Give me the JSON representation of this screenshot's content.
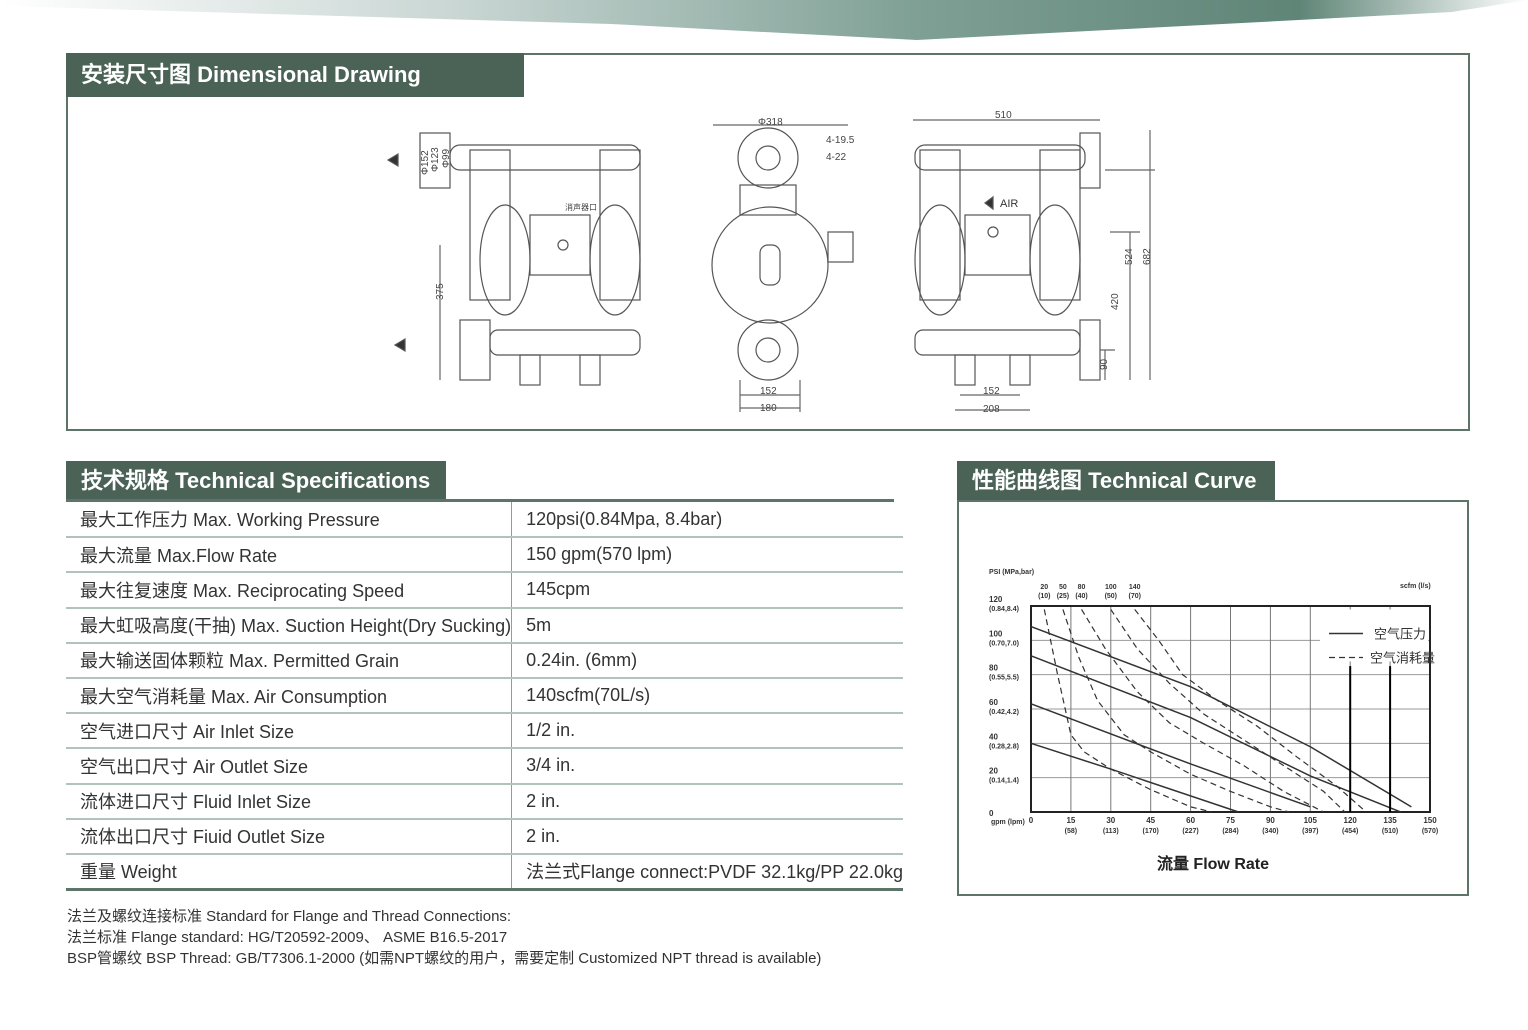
{
  "drawing": {
    "title": "安装尺寸图 Dimensional Drawing",
    "dims": {
      "d152": "Φ152",
      "d123": "Φ123",
      "d99": "Φ99",
      "h375": "375",
      "d318": "Φ318",
      "h4_195": "4-19.5",
      "h4_22": "4-22",
      "w152a": "152",
      "w180": "180",
      "w510": "510",
      "h524": "524",
      "h682": "682",
      "h420": "420",
      "h90": "90",
      "w152b": "152",
      "w208": "208",
      "air": "AIR",
      "muffler": "消声器口"
    }
  },
  "specs": {
    "title": "技术规格 Technical Specifications",
    "rows": [
      {
        "label": "最大工作压力  Max. Working Pressure",
        "value": "120psi(0.84Mpa, 8.4bar)"
      },
      {
        "label": "最大流量  Max.Flow Rate",
        "value": "150 gpm(570 lpm)"
      },
      {
        "label": "最大往复速度  Max. Reciprocating Speed",
        "value": "145cpm"
      },
      {
        "label": "最大虹吸高度(干抽)  Max. Suction Height(Dry Sucking)",
        "value": "5m"
      },
      {
        "label": "最大输送固体颗粒  Max. Permitted Grain",
        "value": "0.24in. (6mm)"
      },
      {
        "label": "最大空气消耗量  Max. Air Consumption",
        "value": "140scfm(70L/s)"
      },
      {
        "label": "空气进口尺寸  Air Inlet Size",
        "value": "1/2 in."
      },
      {
        "label": "空气出口尺寸  Air Outlet Size",
        "value": "3/4 in."
      },
      {
        "label": "流体进口尺寸  Fluid Inlet Size",
        "value": "2 in."
      },
      {
        "label": "流体出口尺寸  Fiuid Outlet Size",
        "value": "2 in."
      },
      {
        "label": "重量  Weight",
        "value": "法兰式Flange connect:PVDF 32.1kg/PP 22.0kg"
      }
    ]
  },
  "footnotes": [
    "法兰及螺纹连接标准 Standard for Flange and Thread Connections:",
    "法兰标准 Flange standard: HG/T20592-2009、 ASME B16.5-2017",
    "BSP管螺纹 BSP Thread: GB/T7306.1-2000 (如需NPT螺纹的用户，需要定制 Customized NPT thread is available)"
  ],
  "curve_title": "性能曲线图 Technical Curve",
  "chart_data": {
    "type": "line",
    "title": "",
    "xlabel": "流量 Flow Rate",
    "ylabel": "PSI (MPa,bar)",
    "xlim": [
      0,
      150
    ],
    "ylim": [
      0,
      120
    ],
    "grid": true,
    "x_unit_label": "gpm (lpm)",
    "top_unit_label": "scfm (l/s)",
    "xticks": [
      {
        "v": 0,
        "l": "0",
        "s": ""
      },
      {
        "v": 15,
        "l": "15",
        "s": "(58)"
      },
      {
        "v": 30,
        "l": "30",
        "s": "(113)"
      },
      {
        "v": 45,
        "l": "45",
        "s": "(170)"
      },
      {
        "v": 60,
        "l": "60",
        "s": "(227)"
      },
      {
        "v": 75,
        "l": "75",
        "s": "(284)"
      },
      {
        "v": 90,
        "l": "90",
        "s": "(340)"
      },
      {
        "v": 105,
        "l": "105",
        "s": "(397)"
      },
      {
        "v": 120,
        "l": "120",
        "s": "(454)"
      },
      {
        "v": 135,
        "l": "135",
        "s": "(510)"
      },
      {
        "v": 150,
        "l": "150",
        "s": "(570)"
      }
    ],
    "yticks": [
      {
        "v": 0,
        "l": "0",
        "s": ""
      },
      {
        "v": 20,
        "l": "20",
        "s": "(0.14,1.4)"
      },
      {
        "v": 40,
        "l": "40",
        "s": "(0.28,2.8)"
      },
      {
        "v": 60,
        "l": "60",
        "s": "(0.42,4.2)"
      },
      {
        "v": 80,
        "l": "80",
        "s": "(0.55,5.5)"
      },
      {
        "v": 100,
        "l": "100",
        "s": "(0.70,7.0)"
      },
      {
        "v": 120,
        "l": "120",
        "s": "(0.84,8.4)"
      }
    ],
    "legend": {
      "placement": "top-right",
      "solid": "空气压力",
      "dashed": "空气消耗量"
    },
    "series": [
      {
        "name": "pressure-1",
        "style": "solid",
        "points": [
          [
            0,
            108
          ],
          [
            60,
            73
          ],
          [
            105,
            38
          ],
          [
            143,
            3
          ]
        ]
      },
      {
        "name": "pressure-2",
        "style": "solid",
        "points": [
          [
            0,
            91
          ],
          [
            60,
            55
          ],
          [
            105,
            21
          ],
          [
            139,
            0
          ]
        ]
      },
      {
        "name": "pressure-3",
        "style": "solid",
        "points": [
          [
            0,
            63
          ],
          [
            60,
            28
          ],
          [
            105,
            3
          ]
        ]
      },
      {
        "name": "pressure-4",
        "style": "solid",
        "points": [
          [
            0,
            40
          ],
          [
            30,
            25
          ],
          [
            78,
            0
          ]
        ]
      },
      {
        "name": "20 scfm (10 l/s)",
        "label": "20",
        "sub": "(10)",
        "style": "dashed",
        "points": [
          [
            5,
            118
          ],
          [
            10,
            80
          ],
          [
            15,
            45
          ],
          [
            20,
            35
          ],
          [
            30,
            25
          ],
          [
            45,
            13
          ],
          [
            60,
            3
          ],
          [
            68,
            0
          ]
        ]
      },
      {
        "name": "50 scfm (25 l/s)",
        "label": "50",
        "sub": "(25)",
        "style": "dashed",
        "points": [
          [
            12,
            118
          ],
          [
            18,
            90
          ],
          [
            25,
            65
          ],
          [
            35,
            45
          ],
          [
            45,
            35
          ],
          [
            60,
            22
          ],
          [
            75,
            12
          ],
          [
            90,
            3
          ],
          [
            97,
            0
          ]
        ]
      },
      {
        "name": "80 scfm (40 l/s)",
        "label": "80",
        "sub": "(40)",
        "style": "dashed",
        "points": [
          [
            19,
            118
          ],
          [
            28,
            95
          ],
          [
            40,
            70
          ],
          [
            52,
            52
          ],
          [
            65,
            40
          ],
          [
            80,
            27
          ],
          [
            95,
            12
          ],
          [
            110,
            0
          ]
        ]
      },
      {
        "name": "100 scfm (50 l/s)",
        "label": "100",
        "sub": "(50)",
        "style": "dashed",
        "points": [
          [
            30,
            118
          ],
          [
            40,
            95
          ],
          [
            52,
            75
          ],
          [
            65,
            57
          ],
          [
            80,
            42
          ],
          [
            95,
            27
          ],
          [
            110,
            12
          ],
          [
            118,
            0
          ]
        ]
      },
      {
        "name": "140 scfm (70 l/s)",
        "label": "140",
        "sub": "(70)",
        "style": "dashed",
        "points": [
          [
            39,
            118
          ],
          [
            48,
            100
          ],
          [
            57,
            80
          ],
          [
            70,
            65
          ],
          [
            85,
            50
          ],
          [
            100,
            32
          ],
          [
            115,
            15
          ],
          [
            126,
            0
          ]
        ]
      }
    ],
    "limits": [
      120,
      135
    ]
  }
}
